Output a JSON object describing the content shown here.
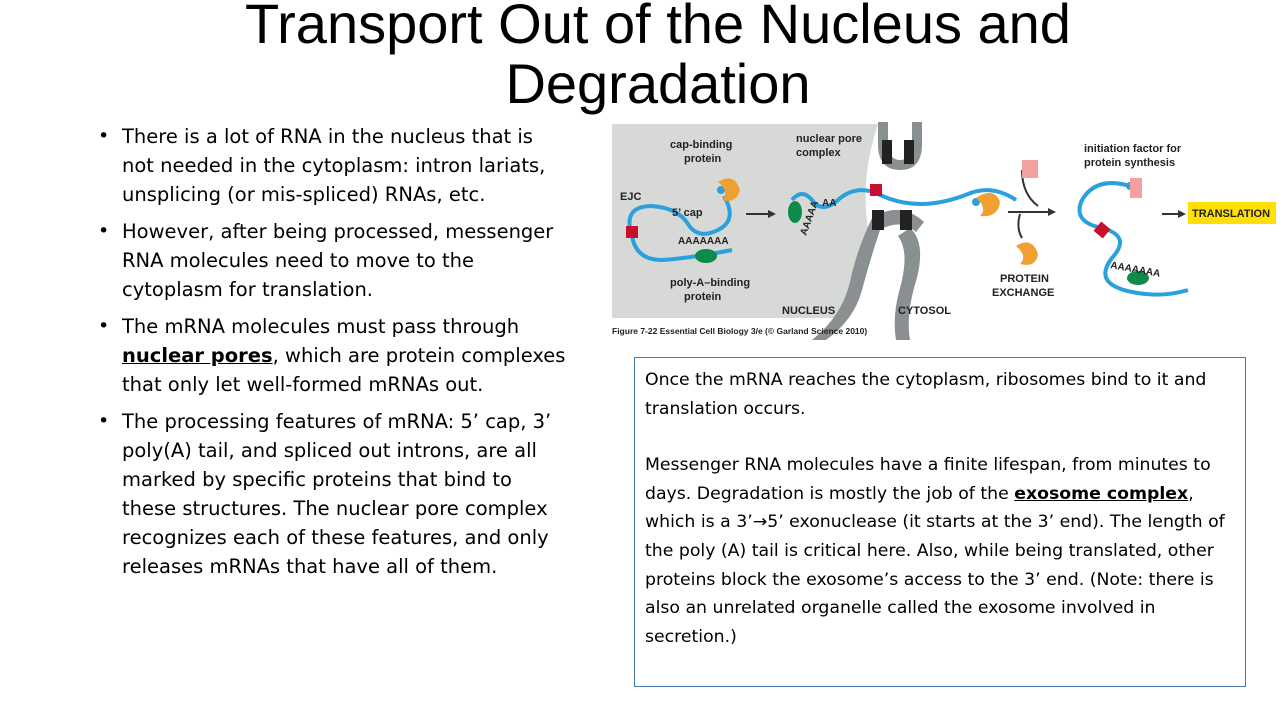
{
  "slide": {
    "title_line1": "Transport Out of the Nucleus and",
    "title_line2": "Degradation"
  },
  "bullets": [
    {
      "text": "There is a lot of RNA in the nucleus that is not needed in the cytoplasm: intron lariats, unsplicing (or mis-spliced) RNAs, etc."
    },
    {
      "text": "However, after being processed, messenger RNA molecules need to move to the cytoplasm for translation."
    },
    {
      "pre": "The mRNA molecules must pass through ",
      "em": "nuclear pores",
      "post": ", which are protein complexes that only let well-formed mRNAs out."
    },
    {
      "text": "The processing features of mRNA: 5’ cap, 3’ poly(A) tail, and spliced out introns, are all marked by specific proteins that bind to these structures. The nuclear pore complex recognizes each of these features, and only releases mRNAs that have all of them."
    }
  ],
  "figure": {
    "labels": {
      "cap_binding": "cap-binding",
      "cap_binding2": "protein",
      "pore1": "nuclear pore",
      "pore2": "complex",
      "ejc": "EJC",
      "cap5": "5’ cap",
      "polyA": "AAAAAAA",
      "polyA_binding1": "poly-A–binding",
      "polyA_binding2": "protein",
      "nucleus": "NUCLEUS",
      "cytosol": "CYTOSOL",
      "aa1": "AAAAA",
      "aa2": "AA",
      "init1": "initiation factor for",
      "init2": "protein synthesis",
      "translation": "TRANSLATION",
      "protein_exchange1": "PROTEIN",
      "protein_exchange2": "EXCHANGE",
      "polyA_right": "AAAAAAA",
      "caption": "Figure 7-22 Essential Cell Biology 3/e (© Garland Science 2010)"
    },
    "colors": {
      "nucleus_bg": "#d6d9d6",
      "rna": "#2aa0dc",
      "pore": "#8a8f92",
      "cap_protein": "#f0a030",
      "ejc": "#c8102e",
      "polyA_protein": "#0e8a4a",
      "init_factor": "#f4a0a0",
      "translation_bg": "#ffe000"
    }
  },
  "note": {
    "p1": "Once the mRNA reaches the cytoplasm, ribosomes bind to it and translation occurs.",
    "p2_pre": "Messenger RNA molecules have a finite lifespan, from minutes to days.  Degradation is mostly the job of the ",
    "p2_em": "exosome complex",
    "p2_mid": ", which is a 3’",
    "p2_arrow": "→",
    "p2_post": "5’ exonuclease (it starts at the 3’ end).  The length of the poly (A) tail is critical here.  Also, while being translated, other proteins block the exosome’s access to the 3’ end.  (Note: there is also an unrelated organelle called the exosome involved in secretion.)"
  }
}
